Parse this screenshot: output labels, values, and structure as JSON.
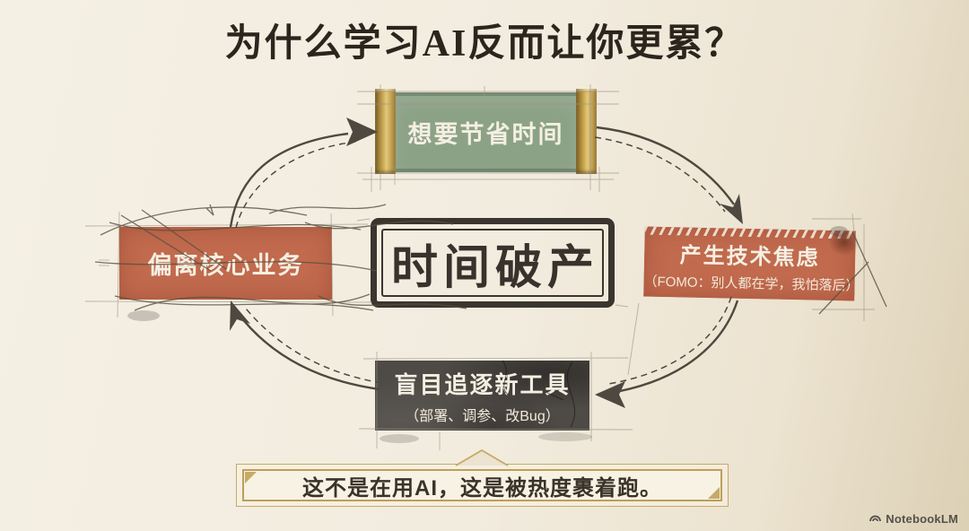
{
  "title": "为什么学习AI反而让你更累？",
  "center": {
    "label": "时间破产"
  },
  "cycle": {
    "top": {
      "label": "想要节省时间"
    },
    "right": {
      "label": "产生技术焦虑",
      "sublabel": "（FOMO：别人都在学，我怕落后）"
    },
    "bottom": {
      "label": "盲目追逐新工具",
      "sublabel": "（部署、调参、改Bug）"
    },
    "left": {
      "label": "偏离核心业务"
    }
  },
  "banner": {
    "text": "这不是在用AI，这是被热度裹着跑。"
  },
  "watermark": {
    "label": "NotebookLM",
    "icon": "notebooklm-logo"
  },
  "colors": {
    "background": "#f2ecdf",
    "title_text": "#2c251d",
    "node_top_bg": "#8ca287",
    "node_side_bg": "#c16a4e",
    "node_bottom_bg": "#4e4a45",
    "node_text": "#f4efe2",
    "scroll_cap_gold": "#caa84e",
    "stamp_border": "#3a352f",
    "banner_gold": "#c6aa66",
    "arrow": "#4f4840"
  }
}
